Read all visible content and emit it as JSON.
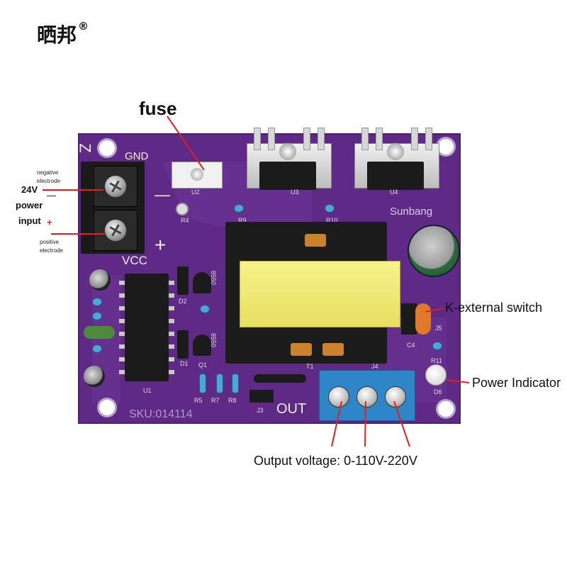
{
  "brand": {
    "name": "晒邦",
    "mark": "®"
  },
  "callouts": {
    "fuse": "fuse",
    "negative": "negative electrode",
    "negative_sign": "—",
    "voltage": "24V",
    "power": "power",
    "input": "input",
    "positive_sign": "+",
    "positive": "positive electrode",
    "external_switch": "K-external switch",
    "power_indicator": "Power Indicator",
    "output_voltage": "Output voltage: 0-110V-220V"
  },
  "silkscreen": {
    "gnd": "GND",
    "minus": "—",
    "plus": "+",
    "vcc": "VCC",
    "brand": "Sunbang",
    "sku": "SKU:014114",
    "out": "OUT",
    "u1": "U1",
    "u2": "U2",
    "u3": "U3",
    "u4": "U4",
    "r4": "R4",
    "r5": "R5",
    "r7": "R7",
    "r8": "R8",
    "r9": "R9",
    "r10": "R10",
    "r11": "R11",
    "d1": "D1",
    "d2": "D2",
    "d6": "D6",
    "q1": "Q1",
    "t1": "T1",
    "j3": "J3",
    "j4": "J4",
    "j5": "J5",
    "c4": "C4",
    "q_a": "8550",
    "q_b": "8550"
  },
  "colors": {
    "board": "#5e2a86",
    "leader": "#e02020",
    "terminal": "#2f86c6"
  }
}
